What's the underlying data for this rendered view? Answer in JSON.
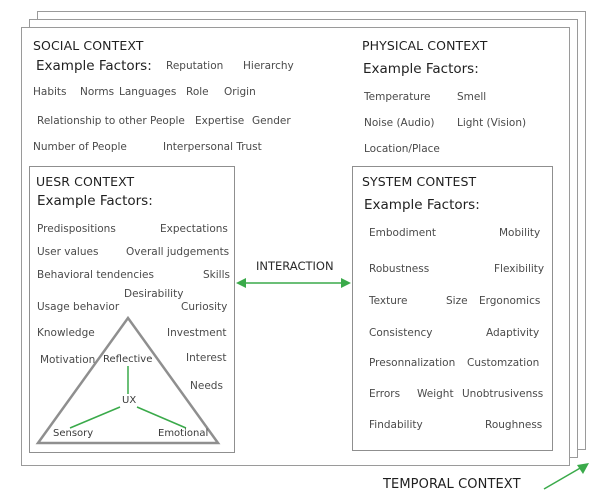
{
  "social": {
    "title": "SOCIAL CONTEXT",
    "subtitle": "Example Factors:",
    "factors": [
      "Reputation",
      "Hierarchy",
      "Habits",
      "Norms",
      "Languages",
      "Role",
      "Origin",
      "Relationship to other People",
      "Expertise",
      "Gender",
      "Number of People",
      "Interpersonal Trust"
    ]
  },
  "physical": {
    "title": "PHYSICAL CONTEXT",
    "subtitle": "Example Factors:",
    "factors": [
      "Temperature",
      "Smell",
      "Noise (Audio)",
      "Light (Vision)",
      "Location/Place"
    ]
  },
  "user": {
    "title": "UESR CONTEXT",
    "subtitle": "Example Factors:",
    "factors": [
      "Predispositions",
      "Expectations",
      "User values",
      "Overall judgements",
      "Behavioral tendencies",
      "Skills",
      "Desirability",
      "Usage behavior",
      "Curiosity",
      "Knowledge",
      "Investment",
      "Motivation",
      "Interest",
      "Needs"
    ],
    "triangle": {
      "top": "Reflective",
      "center": "UX",
      "left": "Sensory",
      "right": "Emotional"
    }
  },
  "system": {
    "title": "SYSTEM CONTEST",
    "subtitle": "Example Factors:",
    "factors": [
      "Embodiment",
      "Mobility",
      "Robustness",
      "Flexibility",
      "Texture",
      "Size",
      "Ergonomics",
      "Consistency",
      "Adaptivity",
      "Presonnalization",
      "Customzation",
      "Errors",
      "Weight",
      "Unobtrusivenss",
      "Findability",
      "Roughness"
    ]
  },
  "interaction": {
    "label": "INTERACTION"
  },
  "temporal": {
    "label": "TEMPORAL CONTEXT"
  },
  "colors": {
    "accent": "#3aaa4a",
    "border": "#8f8f8f",
    "text": "#333333"
  }
}
